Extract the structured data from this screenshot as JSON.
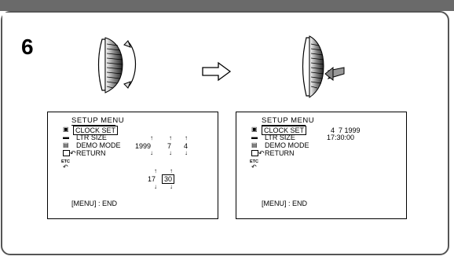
{
  "step": {
    "number": "6"
  },
  "screen_left": {
    "menu_title": "SETUP MENU",
    "items": [
      {
        "label": "CLOCK SET",
        "selected": true
      },
      {
        "label": "LTR SIZE"
      },
      {
        "label": "DEMO MODE"
      },
      {
        "label": "RETURN"
      }
    ],
    "date_row": {
      "year": "1999",
      "month": "7",
      "day": "4"
    },
    "time_row": {
      "hour": "17",
      "minute": "30"
    },
    "footer": "[MENU] : END",
    "etc_label": "ETC"
  },
  "screen_right": {
    "menu_title": "SETUP MENU",
    "items": [
      {
        "label": "CLOCK SET",
        "selected": true
      },
      {
        "label": "LTR SIZE"
      },
      {
        "label": "DEMO MODE"
      },
      {
        "label": "RETURN"
      }
    ],
    "date_value": "4  7 1999",
    "time_value": "17:30:00",
    "footer": "[MENU] : END",
    "etc_label": "ETC"
  },
  "icons": {
    "left_dial": "dial-rotate-icon",
    "right_dial": "dial-press-icon",
    "transition_arrow": "right-outline-arrow-icon"
  }
}
